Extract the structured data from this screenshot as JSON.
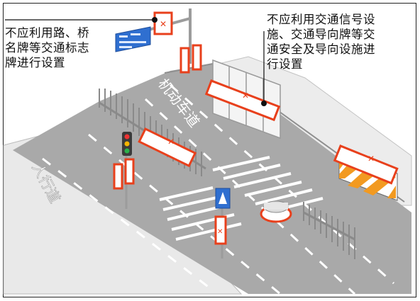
{
  "captions": {
    "left": {
      "line1": "不应利用路、桥",
      "line2": "名牌等交通标志",
      "line3": "牌进行设置"
    },
    "right": {
      "line1": "不应利用交通信号设",
      "line2": "施、交通导向牌等交",
      "line3": "通安全及导向设施进",
      "line4": "行设置"
    }
  },
  "road_markings": {
    "sidewalk_label": "人行道",
    "road_label": "机动车道"
  },
  "colors": {
    "highlight": "#e8401c",
    "road": "#a9a9a9",
    "sidewalk": "#e6e6e6",
    "sign_blue": "#2f6fd0",
    "barrier_orange": "#f29a21"
  },
  "icons": {
    "invalid_mark": "cross-mark-icon",
    "pedestrian_sign": "pedestrian-crossing-icon"
  }
}
